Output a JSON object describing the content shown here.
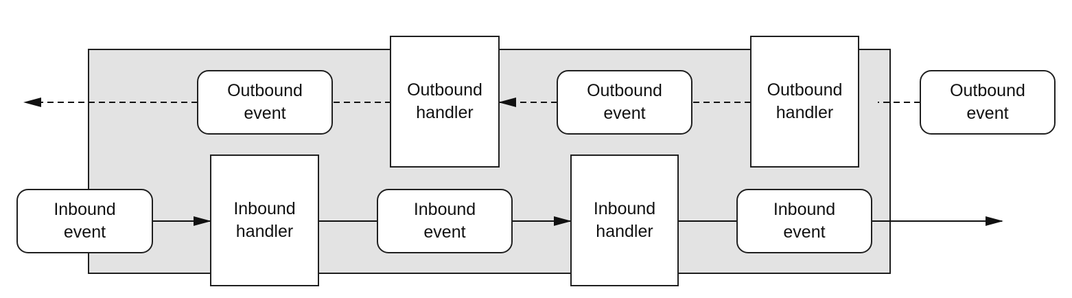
{
  "diagram": {
    "nodes": {
      "inbound_event_1": "Inbound\nevent",
      "inbound_handler_1": "Inbound\nhandler",
      "inbound_event_2": "Inbound\nevent",
      "inbound_handler_2": "Inbound\nhandler",
      "inbound_event_3": "Inbound\nevent",
      "outbound_event_1": "Outbound\nevent",
      "outbound_handler_1": "Outbound\nhandler",
      "outbound_event_2": "Outbound\nevent",
      "outbound_handler_2": "Outbound\nhandler",
      "outbound_event_3": "Outbound\nevent"
    },
    "colors": {
      "pipeline_fill": "#e3e3e3",
      "node_fill": "#ffffff",
      "stroke": "#1f1f1f"
    }
  }
}
